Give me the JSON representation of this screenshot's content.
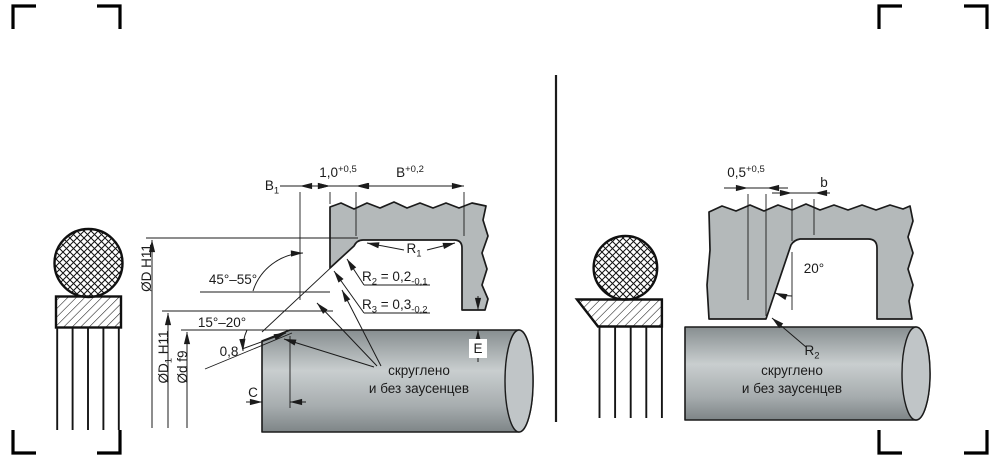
{
  "colors": {
    "housing": "#b4b9ba",
    "line": "#1b1b1b",
    "shaft_top": "#878e90",
    "shaft_light": "#c9cecf",
    "shaft_mid": "#a6acae",
    "shaft_bottom": "#7e8587",
    "shaft_cap": "#c0c5c7"
  },
  "left_view": {
    "dim_b1": {
      "main": "B",
      "sub": "1"
    },
    "dim_lip": {
      "main": "1,0",
      "sup": "+0,5"
    },
    "dim_b": {
      "main": "B",
      "sup": "+0,2"
    },
    "r1": {
      "main": "R",
      "sub": "1"
    },
    "r2": {
      "main": "R",
      "sub": "2",
      "mid": " = 0,2",
      "tol": "-0,1"
    },
    "r3": {
      "main": "R",
      "sub": "3",
      "mid": " = 0,3",
      "tol": "-0,2"
    },
    "angle_chamfer": "45°–55°",
    "angle_shaft": "15°–20°",
    "radius_shaft": "0,8",
    "dia_groove": "ØD H11",
    "dia_bore": {
      "main": "ØD",
      "sub": "1",
      "rest": " H11"
    },
    "dia_shaft": "Ød f9",
    "dim_c": "C",
    "dim_e": "E",
    "note1": "скруглено",
    "note2": "и без заусенцев"
  },
  "right_view": {
    "dim_gap": {
      "main": "0,5",
      "sup": "+0,5"
    },
    "dim_b": "b",
    "angle": "20°",
    "r2": {
      "main": "R",
      "sub": "2"
    },
    "note1": "скруглено",
    "note2": "и без заусенцев"
  }
}
